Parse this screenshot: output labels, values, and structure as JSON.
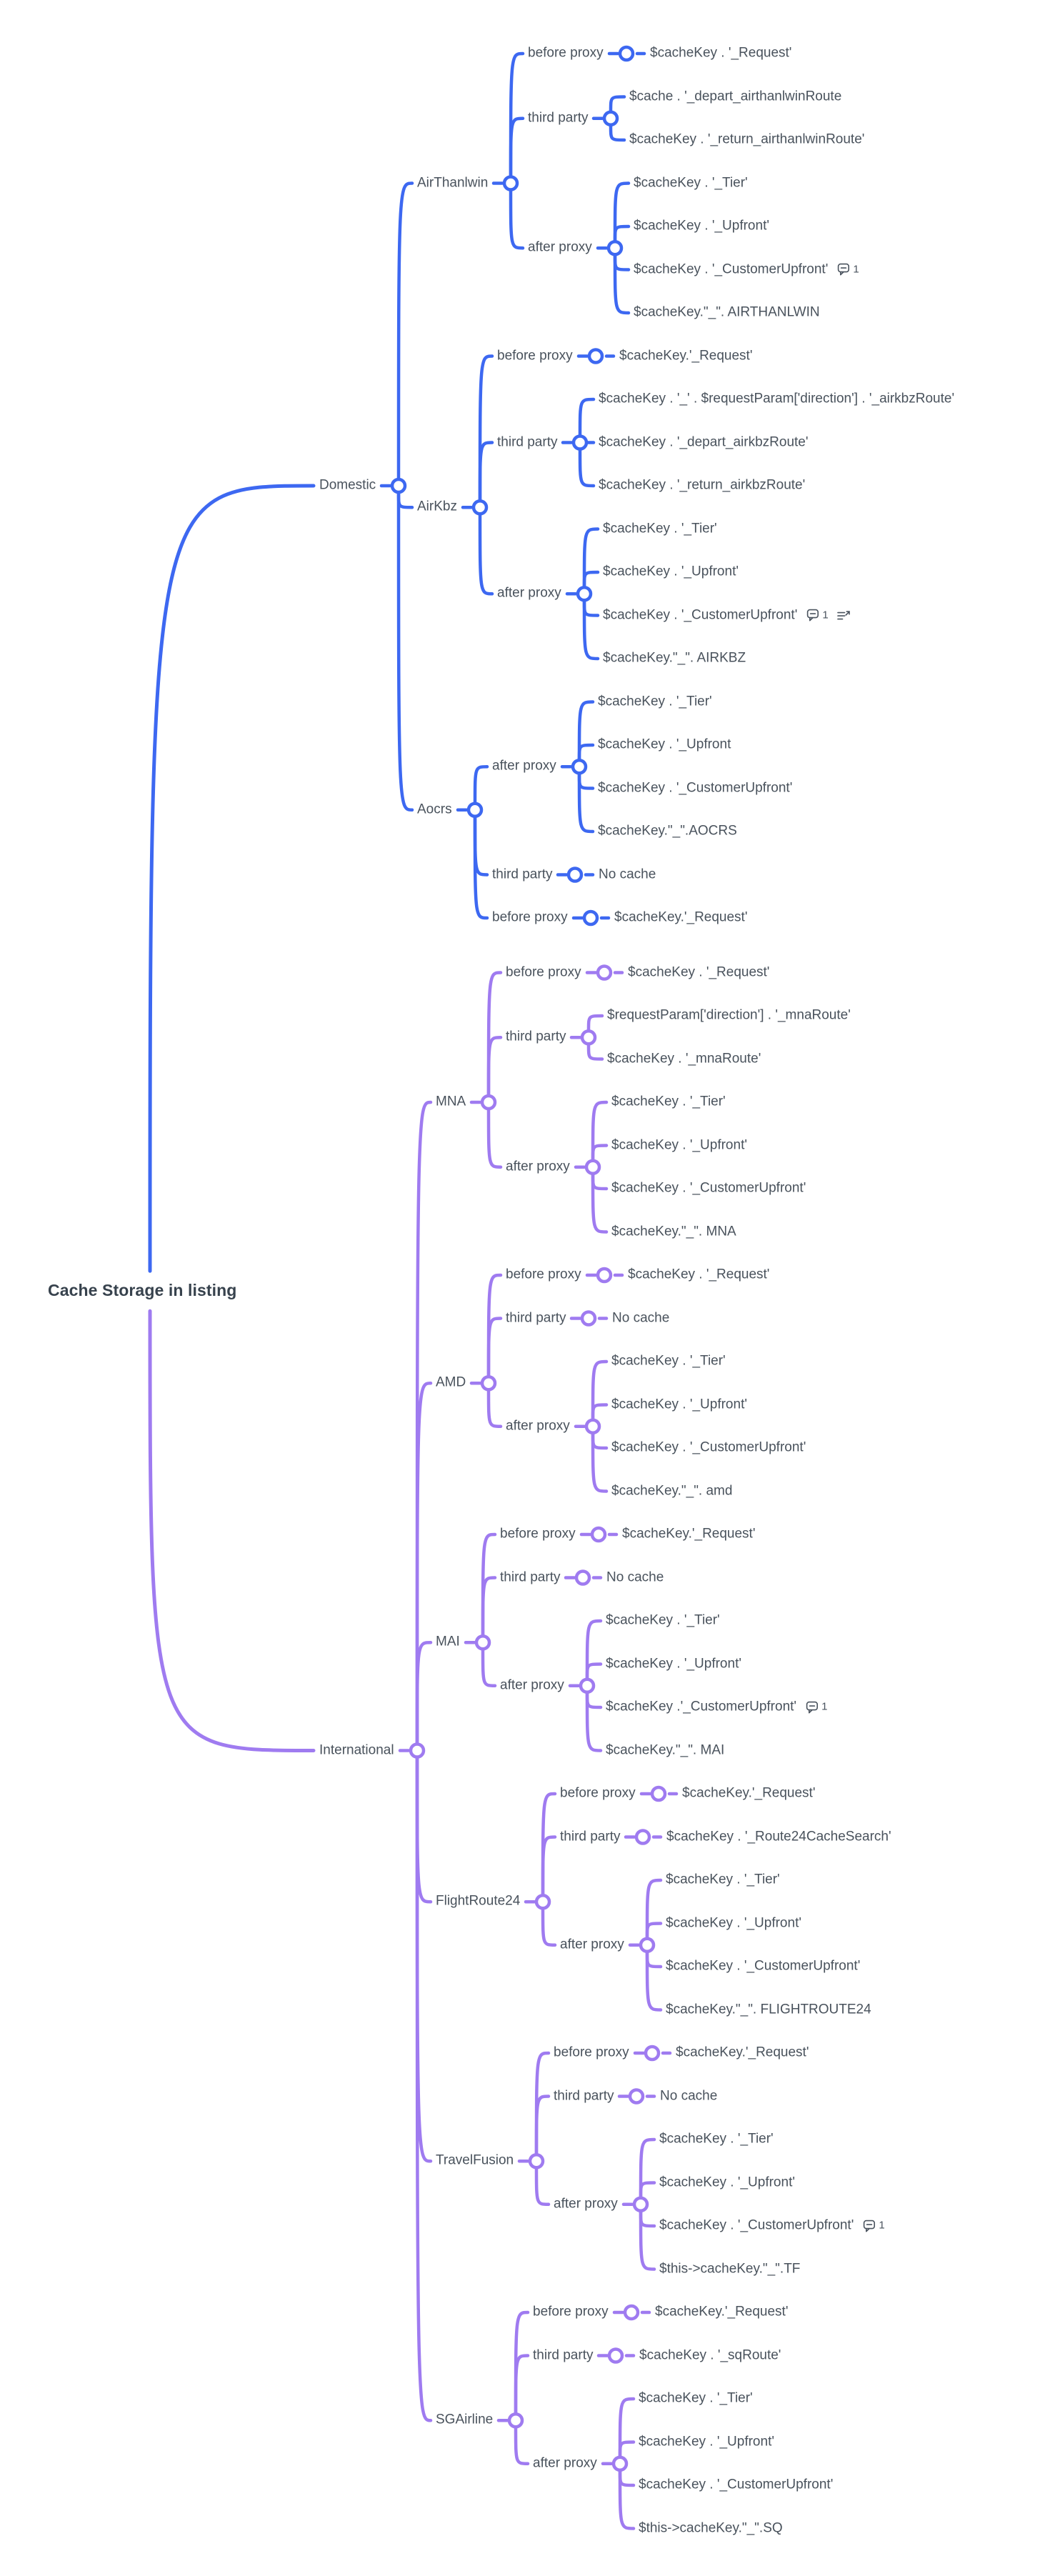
{
  "title": "Cache Storage in listing",
  "colors": {
    "domestic_branch": "#3D68F1",
    "international_branch": "#9F7BF0",
    "label_text": "#49525C",
    "root_text": "#37424D",
    "badge": "#4A535E",
    "background": "#FFFFFF"
  },
  "icons": {
    "comment_badge": "comment-badge-icon",
    "list_arrow": "list-arrow-icon"
  },
  "mindmap": {
    "root": {
      "label": "Cache Storage in listing"
    },
    "sections": [
      {
        "label": "Domestic",
        "color": "#3D68F1",
        "airlines": [
          {
            "label": "AirThanlwin",
            "phases": [
              {
                "label": "before proxy",
                "keys": [
                  {
                    "text": "$cacheKey . '_Request'"
                  }
                ]
              },
              {
                "label": "third party",
                "keys": [
                  {
                    "text": "$cache . '_depart_airthanlwinRoute"
                  },
                  {
                    "text": "$cacheKey . '_return_airthanlwinRoute'"
                  }
                ]
              },
              {
                "label": "after proxy",
                "keys": [
                  {
                    "text": "$cacheKey . '_Tier'"
                  },
                  {
                    "text": "$cacheKey . '_Upfront'"
                  },
                  {
                    "text": "$cacheKey . '_CustomerUpfront'",
                    "comments": 1
                  },
                  {
                    "text": "$cacheKey.\"_\". AIRTHANLWIN"
                  }
                ]
              }
            ]
          },
          {
            "label": "AirKbz",
            "phases": [
              {
                "label": "before proxy",
                "keys": [
                  {
                    "text": "$cacheKey.'_Request'"
                  }
                ]
              },
              {
                "label": "third party",
                "keys": [
                  {
                    "text": "$cacheKey . '_' . $requestParam['direction'] . '_airkbzRoute'"
                  },
                  {
                    "text": "$cacheKey . '_depart_airkbzRoute'"
                  },
                  {
                    "text": "$cacheKey . '_return_airkbzRoute'"
                  }
                ]
              },
              {
                "label": "after proxy",
                "keys": [
                  {
                    "text": "$cacheKey . '_Tier'"
                  },
                  {
                    "text": "$cacheKey . '_Upfront'"
                  },
                  {
                    "text": "$cacheKey . '_CustomerUpfront'",
                    "comments": 1,
                    "list_icon": true
                  },
                  {
                    "text": "$cacheKey.\"_\". AIRKBZ"
                  }
                ]
              }
            ]
          },
          {
            "label": "Aocrs",
            "phases": [
              {
                "label": "after proxy",
                "keys": [
                  {
                    "text": "$cacheKey . '_Tier'"
                  },
                  {
                    "text": "$cacheKey . '_Upfront"
                  },
                  {
                    "text": "$cacheKey . '_CustomerUpfront'"
                  },
                  {
                    "text": "$cacheKey.\"_\".AOCRS"
                  }
                ]
              },
              {
                "label": "third party",
                "keys": [
                  {
                    "text": "No cache"
                  }
                ]
              },
              {
                "label": "before proxy",
                "keys": [
                  {
                    "text": "$cacheKey.'_Request'"
                  }
                ]
              }
            ]
          }
        ]
      },
      {
        "label": "International",
        "color": "#9F7BF0",
        "airlines": [
          {
            "label": "MNA",
            "phases": [
              {
                "label": "before proxy",
                "keys": [
                  {
                    "text": "$cacheKey . '_Request'"
                  }
                ]
              },
              {
                "label": "third party",
                "keys": [
                  {
                    "text": "$requestParam['direction'] . '_mnaRoute'"
                  },
                  {
                    "text": "$cacheKey . '_mnaRoute'"
                  }
                ]
              },
              {
                "label": "after proxy",
                "keys": [
                  {
                    "text": "$cacheKey . '_Tier'"
                  },
                  {
                    "text": "$cacheKey . '_Upfront'"
                  },
                  {
                    "text": "$cacheKey . '_CustomerUpfront'"
                  },
                  {
                    "text": "$cacheKey.\"_\". MNA"
                  }
                ]
              }
            ]
          },
          {
            "label": "AMD",
            "phases": [
              {
                "label": "before proxy",
                "keys": [
                  {
                    "text": "$cacheKey . '_Request'"
                  }
                ]
              },
              {
                "label": "third party",
                "keys": [
                  {
                    "text": "No cache"
                  }
                ]
              },
              {
                "label": "after proxy",
                "keys": [
                  {
                    "text": "$cacheKey . '_Tier'"
                  },
                  {
                    "text": "$cacheKey . '_Upfront'"
                  },
                  {
                    "text": "$cacheKey . '_CustomerUpfront'"
                  },
                  {
                    "text": "$cacheKey.\"_\". amd"
                  }
                ]
              }
            ]
          },
          {
            "label": "MAI",
            "phases": [
              {
                "label": "before proxy",
                "keys": [
                  {
                    "text": "$cacheKey.'_Request'"
                  }
                ]
              },
              {
                "label": "third party",
                "keys": [
                  {
                    "text": "No cache"
                  }
                ]
              },
              {
                "label": "after proxy",
                "keys": [
                  {
                    "text": "$cacheKey . '_Tier'"
                  },
                  {
                    "text": "$cacheKey . '_Upfront'"
                  },
                  {
                    "text": "$cacheKey .'_CustomerUpfront'",
                    "comments": 1
                  },
                  {
                    "text": "$cacheKey.\"_\". MAI"
                  }
                ]
              }
            ]
          },
          {
            "label": "FlightRoute24",
            "phases": [
              {
                "label": "before proxy",
                "keys": [
                  {
                    "text": "$cacheKey.'_Request'"
                  }
                ]
              },
              {
                "label": "third party",
                "keys": [
                  {
                    "text": "$cacheKey . '_Route24CacheSearch'"
                  }
                ]
              },
              {
                "label": "after proxy",
                "keys": [
                  {
                    "text": "$cacheKey . '_Tier'"
                  },
                  {
                    "text": "$cacheKey . '_Upfront'"
                  },
                  {
                    "text": "$cacheKey . '_CustomerUpfront'"
                  },
                  {
                    "text": "$cacheKey.\"_\". FLIGHTROUTE24"
                  }
                ]
              }
            ]
          },
          {
            "label": "TravelFusion",
            "phases": [
              {
                "label": "before proxy",
                "keys": [
                  {
                    "text": "$cacheKey.'_Request'"
                  }
                ]
              },
              {
                "label": "third party",
                "keys": [
                  {
                    "text": "No cache"
                  }
                ]
              },
              {
                "label": "after proxy",
                "keys": [
                  {
                    "text": "$cacheKey . '_Tier'"
                  },
                  {
                    "text": "$cacheKey . '_Upfront'"
                  },
                  {
                    "text": "$cacheKey . '_CustomerUpfront'",
                    "comments": 1
                  },
                  {
                    "text": "$this->cacheKey.\"_\".TF"
                  }
                ]
              }
            ]
          },
          {
            "label": "SGAirline",
            "phases": [
              {
                "label": "before proxy",
                "keys": [
                  {
                    "text": "$cacheKey.'_Request'"
                  }
                ]
              },
              {
                "label": "third party",
                "keys": [
                  {
                    "text": "$cacheKey . '_sqRoute'"
                  }
                ]
              },
              {
                "label": "after proxy",
                "keys": [
                  {
                    "text": "$cacheKey . '_Tier'"
                  },
                  {
                    "text": "$cacheKey . '_Upfront'"
                  },
                  {
                    "text": "$cacheKey . '_CustomerUpfront'"
                  },
                  {
                    "text": "$this->cacheKey.\"_\".SQ"
                  }
                ]
              }
            ]
          }
        ]
      }
    ]
  }
}
